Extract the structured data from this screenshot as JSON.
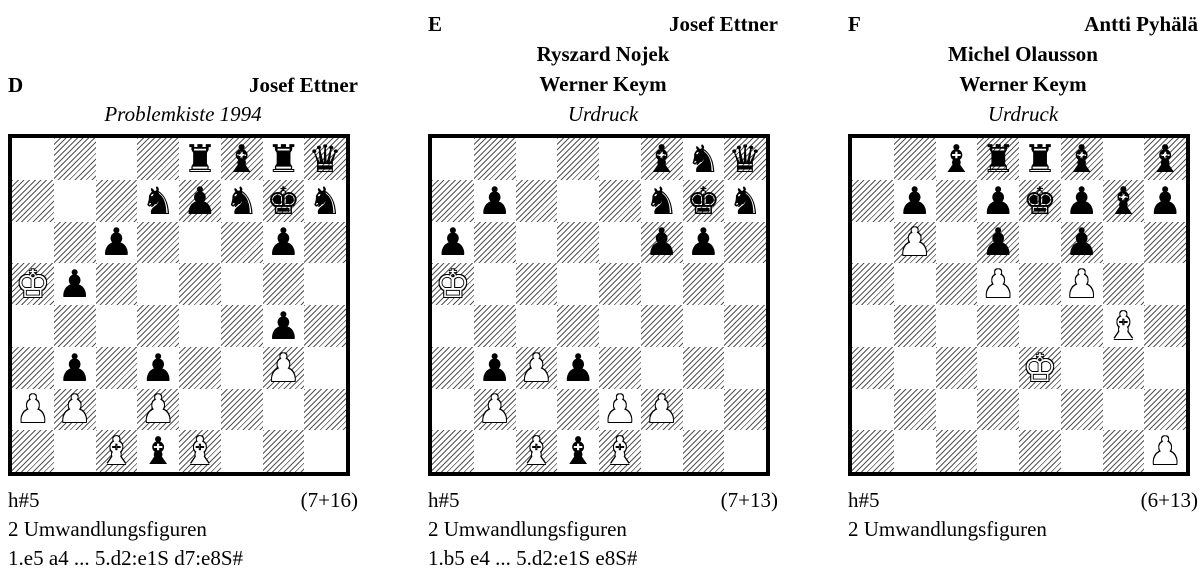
{
  "problems": [
    {
      "letter": "D",
      "authors": [
        "Josef Ettner"
      ],
      "source": "Problemkiste  1994",
      "stipulation": "h#5",
      "count": "(7+16)",
      "note": "2 Umwandlungsfiguren",
      "solution": "1.e5 a4 ... 5.d2:e1S d7:e8S#",
      "pieces": [
        [
          "",
          "",
          "",
          "",
          "r",
          "b",
          "r",
          "q"
        ],
        [
          "",
          "",
          "",
          "n",
          "p",
          "n",
          "k",
          "n"
        ],
        [
          "",
          "",
          "p",
          "",
          "",
          "",
          "p",
          ""
        ],
        [
          "K",
          "p",
          "",
          "",
          "",
          "",
          "",
          ""
        ],
        [
          "",
          "",
          "",
          "",
          "",
          "",
          "p",
          ""
        ],
        [
          "",
          "p",
          "",
          "p",
          "",
          "",
          "P",
          ""
        ],
        [
          "P",
          "P",
          "",
          "P",
          "",
          "",
          "",
          ""
        ],
        [
          "",
          "",
          "B",
          "b",
          "B",
          "",
          "",
          ""
        ]
      ]
    },
    {
      "letter": "E",
      "authors": [
        "Josef Ettner",
        "Ryszard Nojek",
        "Werner Keym"
      ],
      "source": "Urdruck",
      "stipulation": "h#5",
      "count": "(7+13)",
      "note": "2 Umwandlungsfiguren",
      "solution": "1.b5 e4 ... 5.d2:e1S e8S#",
      "pieces": [
        [
          "",
          "",
          "",
          "",
          "",
          "b",
          "n",
          "q"
        ],
        [
          "",
          "p",
          "",
          "",
          "",
          "n",
          "k",
          "n"
        ],
        [
          "p",
          "",
          "",
          "",
          "",
          "p",
          "p",
          ""
        ],
        [
          "K",
          "",
          "",
          "",
          "",
          "",
          "",
          ""
        ],
        [
          "",
          "",
          "",
          "",
          "",
          "",
          "",
          ""
        ],
        [
          "",
          "p",
          "P",
          "p",
          "",
          "",
          "",
          ""
        ],
        [
          "",
          "P",
          "",
          "",
          "P",
          "P",
          "",
          ""
        ],
        [
          "",
          "",
          "B",
          "b",
          "B",
          "",
          "",
          ""
        ]
      ]
    },
    {
      "letter": "F",
      "authors": [
        "Antti Pyhälä",
        "Michel Olausson",
        "Werner Keym"
      ],
      "source": "Urdruck",
      "stipulation": "h#5",
      "count": "(6+13)",
      "note": "2 Umwandlungsfiguren",
      "solution": "",
      "pieces": [
        [
          "",
          "",
          "b",
          "r",
          "r",
          "b",
          "",
          "b"
        ],
        [
          "",
          "p",
          "",
          "p",
          "k",
          "p",
          "b",
          "p"
        ],
        [
          "",
          "P",
          "",
          "p",
          "",
          "p",
          "",
          ""
        ],
        [
          "",
          "",
          "",
          "P",
          "",
          "P",
          "",
          ""
        ],
        [
          "",
          "",
          "",
          "",
          "",
          "",
          "B",
          ""
        ],
        [
          "",
          "",
          "",
          "",
          "K",
          "",
          "",
          ""
        ],
        [
          "",
          "",
          "",
          "",
          "",
          "",
          "",
          ""
        ],
        [
          "",
          "",
          "",
          "",
          "",
          "",
          "",
          "P"
        ]
      ]
    }
  ]
}
